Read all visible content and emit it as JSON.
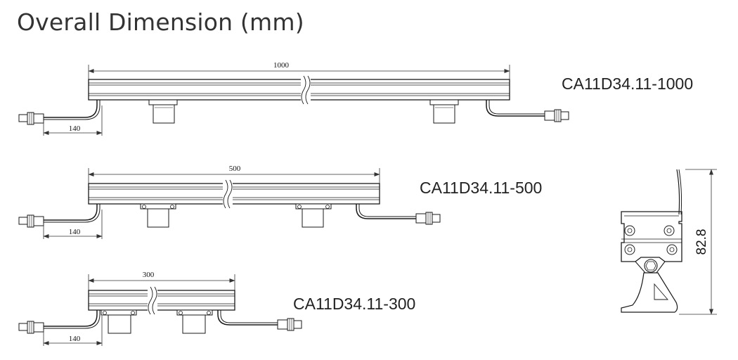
{
  "title": "Overall Dimension (mm)",
  "colors": {
    "line": "#1a1a1a",
    "title": "#333333"
  },
  "models": [
    {
      "name": "CA11D34.11-1000",
      "length": "1000",
      "cable": "140"
    },
    {
      "name": "CA11D34.11-500",
      "length": "500",
      "cable": "140"
    },
    {
      "name": "CA11D34.11-300",
      "length": "300",
      "cable": "140"
    }
  ],
  "section": {
    "height": "82.8"
  }
}
